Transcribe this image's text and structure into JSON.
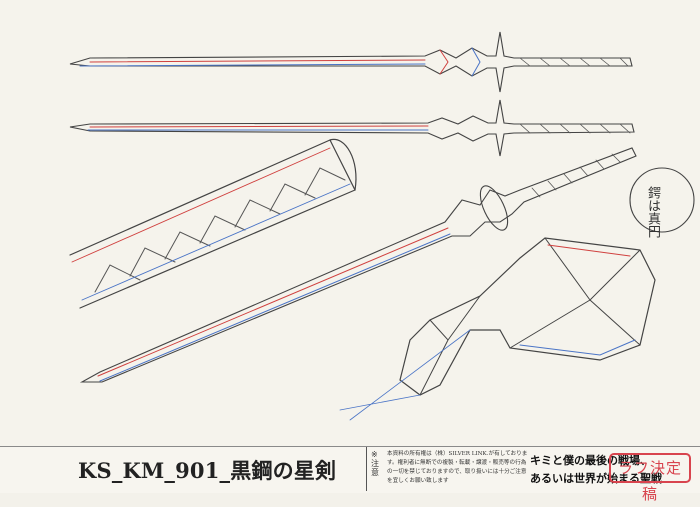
{
  "sheet": {
    "title": "KS_KM_901_黒鋼の星剣",
    "notice_label": "※注意",
    "notice_text": "本資料の所有権は（株）SILVER LINK.が有しております。権利者に無断での複製・転載・譲渡・販売等の行為の一切を禁じておりますので、取り扱いには十分ご注意を宜しくお願い致します",
    "stamp": "ラフ決定稿",
    "logo_line1": "キミと僕の最後の戦場、",
    "logo_line2": "あるいは世界が始まる聖戦",
    "handwritten_note": "鍔は真円"
  },
  "colors": {
    "paper": "#f5f3ec",
    "pencil": "#444444",
    "red_pencil": "#d0413f",
    "blue_pencil": "#4a74c6",
    "stamp_red": "#d8444e"
  }
}
